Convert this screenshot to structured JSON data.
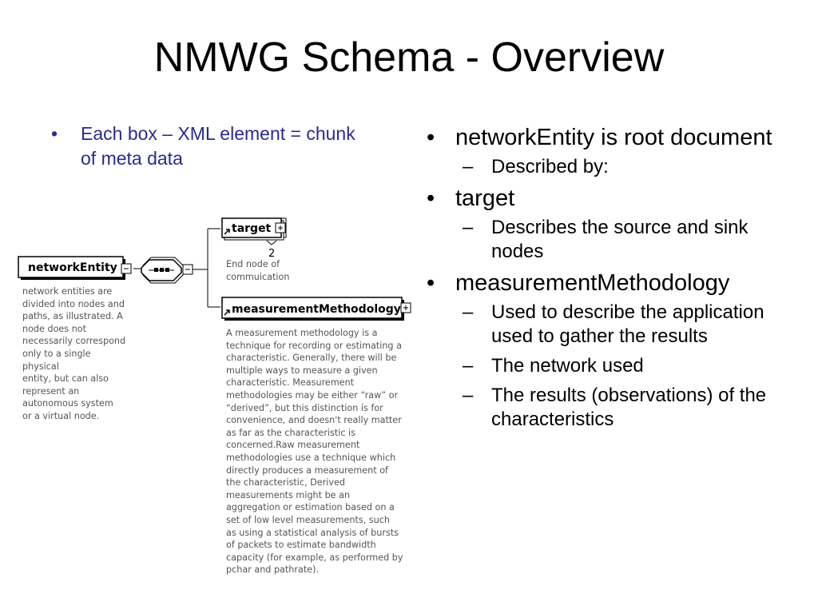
{
  "slide": {
    "title": "NMWG Schema - Overview"
  },
  "left_bullet": {
    "marker": "•",
    "text": "Each box – XML element = chunk of meta data"
  },
  "right_bullets": [
    {
      "marker": "•",
      "text": "networkEntity is root document",
      "subs": [
        {
          "marker": "–",
          "text": "Described by:"
        }
      ]
    },
    {
      "marker": "•",
      "text": "target",
      "subs": [
        {
          "marker": "–",
          "text": "Describes the source and sink nodes"
        }
      ]
    },
    {
      "marker": "•",
      "text": "measurementMethodology",
      "subs": [
        {
          "marker": "–",
          "text": "Used to describe the application used to gather the results"
        },
        {
          "marker": "–",
          "text": "The network used"
        },
        {
          "marker": "–",
          "text": "The results (observations) of the characteristics"
        }
      ]
    }
  ],
  "diagram": {
    "root": {
      "label": "networkEntity",
      "description": "network entities are\ndivided into nodes and\npaths, as illustrated. A\nnode does not\nnecessarily correspond\nonly to a single\nphysical\nentity, but can also\nrepresent an\nautonomous system\nor a virtual node."
    },
    "target": {
      "label": "target",
      "multiplicity": "2",
      "description": "End node of\ncommuication"
    },
    "methodology": {
      "label": "measurementMethodology",
      "description": "A measurement methodology is a\ntechnique for recording or estimating a\ncharacteristic. Generally, there will be\nmultiple ways to measure a given\ncharacteristic. Measurement\nmethodologies may be either “raw” or\n“derived”, but this distinction is for\nconvenience, and doesn't really matter\nas far as the characteristic is\nconcerned.Raw measurement\nmethodologies use a technique which\ndirectly produces a measurement of\nthe characteristic, Derived\nmeasurements might be an\naggregation or estimation based on a\nset of low level measurements, such\nas using a statistical analysis of bursts\nof packets to estimate bandwidth\ncapacity (for example, as performed by\npchar and pathrate)."
    }
  }
}
